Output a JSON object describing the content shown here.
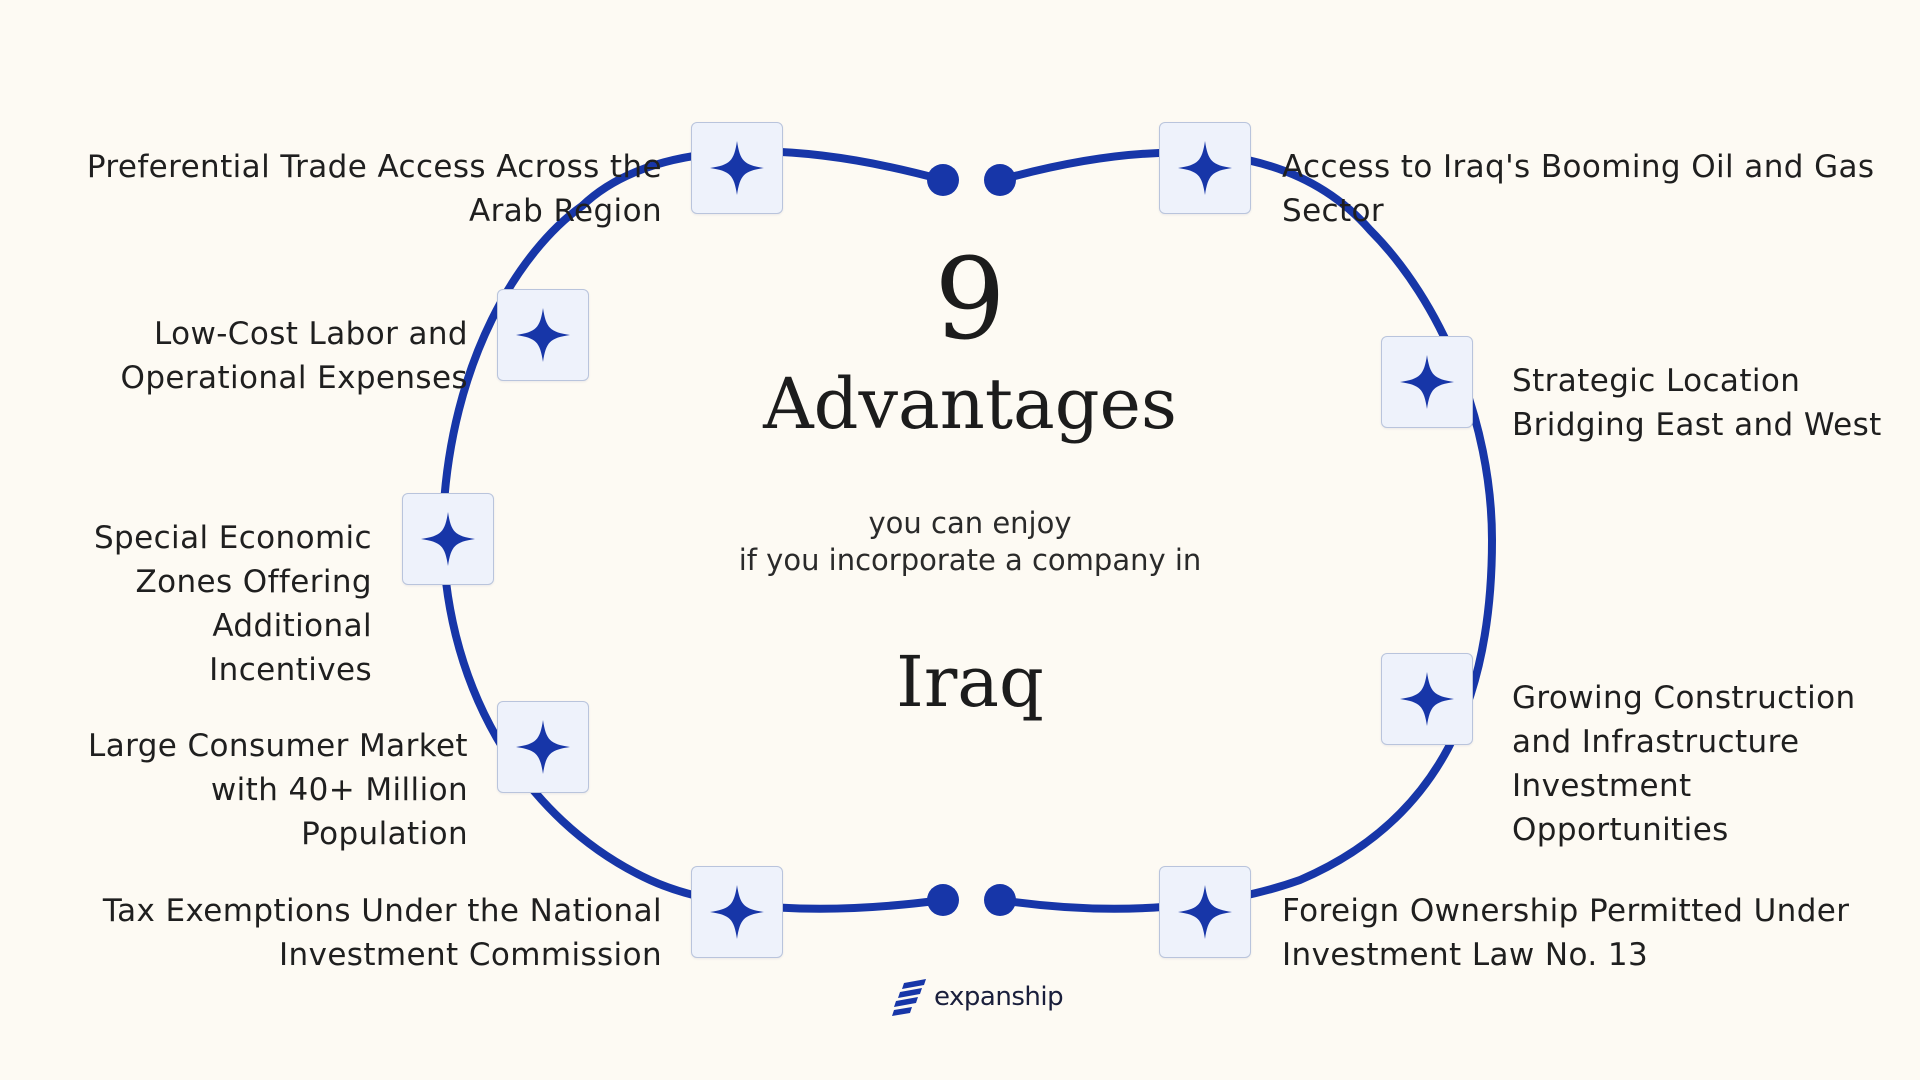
{
  "title": {
    "number": "9",
    "heading": "Advantages",
    "subtitle_line1": "you can enjoy",
    "subtitle_line2": "if you incorporate a company in",
    "country": "Iraq"
  },
  "advantages": [
    "Preferential Trade Access Across the Arab Region",
    "Low-Cost Labor and Operational Expenses",
    "Special Economic Zones Offering Additional Incentives",
    "Large Consumer Market with 40+ Million Population",
    "Tax Exemptions Under the National Investment Commission",
    "Access to Iraq's Booming Oil and Gas Sector",
    "Strategic Location Bridging East and West",
    "Growing Construction and Infrastructure Investment Opportunities",
    "Foreign Ownership Permitted Under Investment Law No. 13"
  ],
  "brand": {
    "name": "expanship",
    "icon": "expanship-logo-icon"
  },
  "icons": {
    "node": "four-point-star-icon"
  },
  "colors": {
    "ring": "#1736a8",
    "star": "#1736a8",
    "node_bg": "#eef2fb",
    "background": "#fdfaf3",
    "text": "#1f1f1f"
  }
}
